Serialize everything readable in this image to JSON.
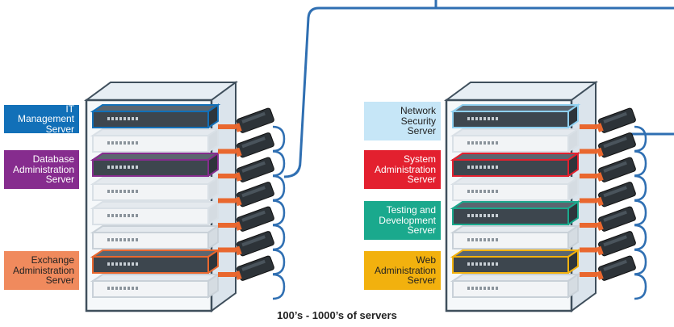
{
  "colors": {
    "link_line": "#2f6fb2",
    "connector_orange": "#e9672e",
    "rack_frame": "#3f4f5c",
    "rack_glass": "#e7eef4"
  },
  "left_rack": {
    "labels": [
      {
        "text": "IT Management\nServer",
        "bg": "#1270b8",
        "fg": "#ffffff"
      },
      {
        "text": "Database\nAdministration\nServer",
        "bg": "#862c8e",
        "fg": "#ffffff"
      },
      {
        "text": "Exchange\nAdministration\nServer",
        "bg": "#f08a5d",
        "fg": "#222222"
      }
    ]
  },
  "right_rack": {
    "labels": [
      {
        "text": "Network\nSecurity\nServer",
        "bg": "#c6e6f7",
        "fg": "#222222"
      },
      {
        "text": "System\nAdministration\nServer",
        "bg": "#e3202f",
        "fg": "#ffffff"
      },
      {
        "text": "Testing and\nDevelopment\nServer",
        "bg": "#1aa98d",
        "fg": "#ffffff"
      },
      {
        "text": "Web\nAdministration\nServer",
        "bg": "#f2b10e",
        "fg": "#222222"
      }
    ]
  },
  "caption": "100’s - 1000’s of servers"
}
